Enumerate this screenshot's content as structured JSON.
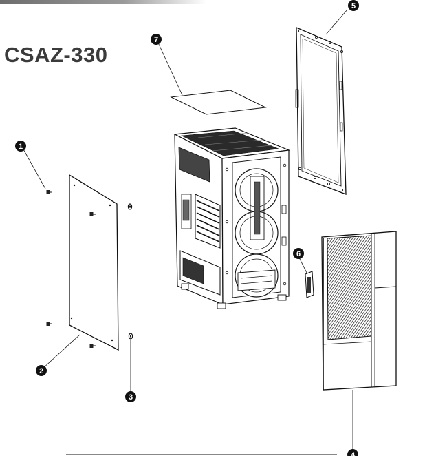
{
  "title": "CSAZ-330",
  "callouts": [
    {
      "number": "1",
      "part": "thumbscrew"
    },
    {
      "number": "2",
      "part": "side-panel"
    },
    {
      "number": "3",
      "part": "rubber-grommet"
    },
    {
      "number": "4",
      "part": "front-panel"
    },
    {
      "number": "5",
      "part": "front-bezel-frame"
    },
    {
      "number": "6",
      "part": "io-connector"
    },
    {
      "number": "7",
      "part": "dust-filter-sheet"
    }
  ],
  "colors": {
    "line": "#111111",
    "title": "#3b3b3b",
    "callout_fill": "#111111"
  }
}
